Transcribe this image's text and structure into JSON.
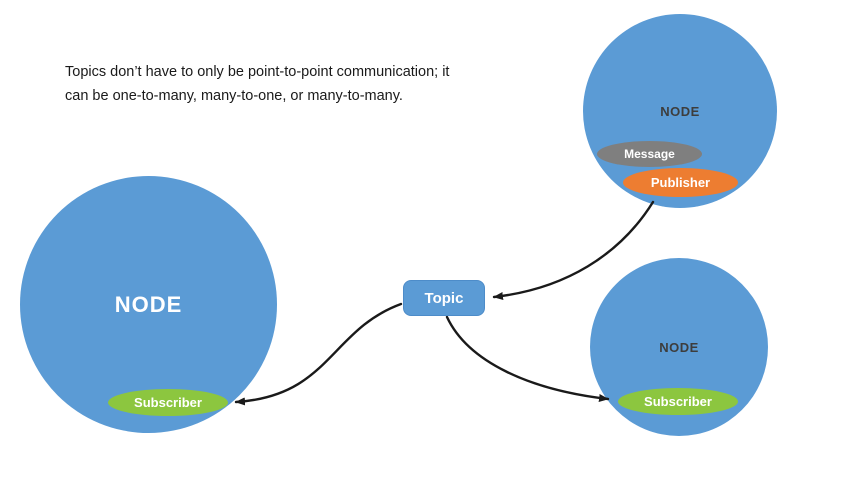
{
  "caption": {
    "line1": "Topics don’t have to only be point-to-point communication; it",
    "line2": "can be one-to-many, many-to-one, or many-to-many."
  },
  "topic": {
    "label": "Topic"
  },
  "nodes": {
    "left": {
      "label": "NODE",
      "badges": {
        "subscriber": "Subscriber"
      }
    },
    "top_right": {
      "label": "NODE",
      "badges": {
        "message": "Message",
        "publisher": "Publisher"
      }
    },
    "bottom_right": {
      "label": "NODE",
      "badges": {
        "subscriber": "Subscriber"
      }
    }
  },
  "colors": {
    "node_fill": "#5B9BD5",
    "topic_fill": "#5B9BD5",
    "subscriber_fill": "#8CC63F",
    "publisher_fill": "#ED7D31",
    "message_fill": "#7F7F7F",
    "arrow": "#1A1A1A"
  }
}
